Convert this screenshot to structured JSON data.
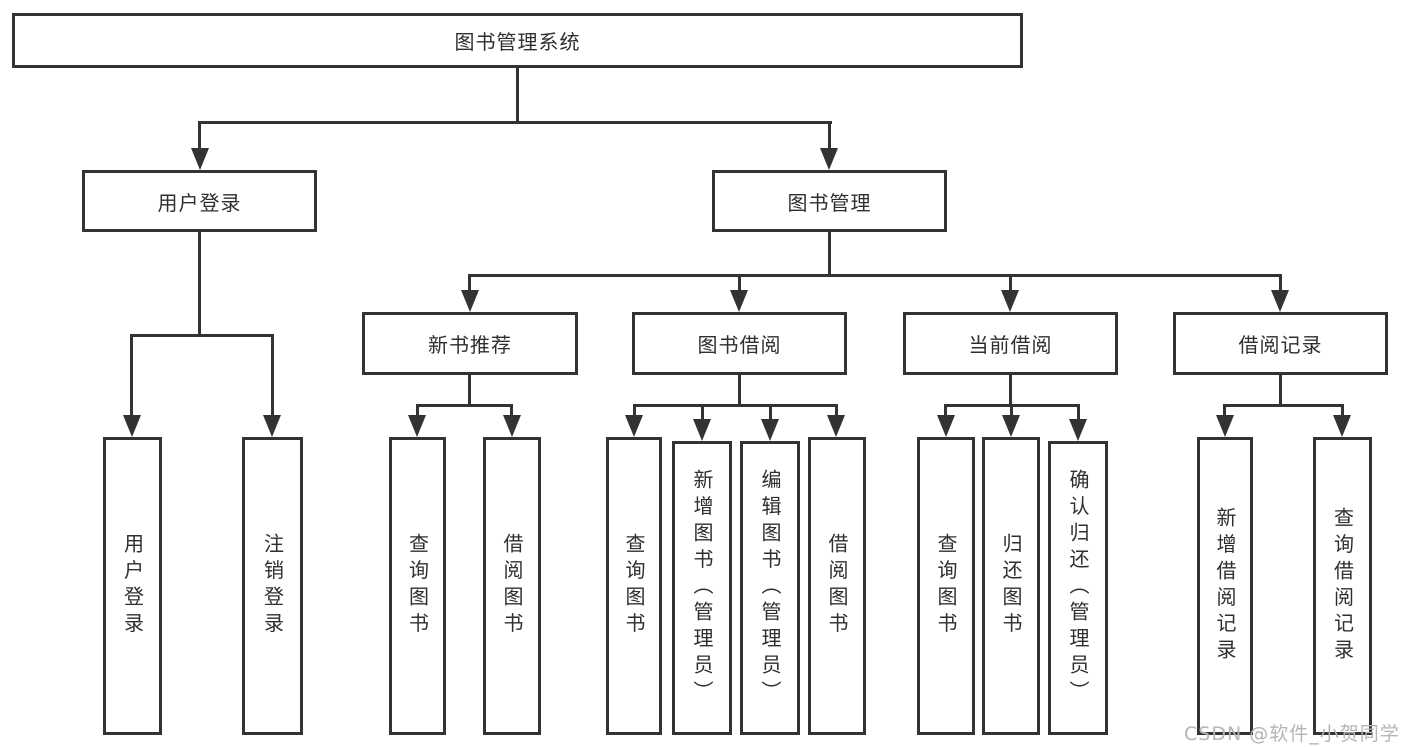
{
  "diagram": {
    "root": {
      "label": "图书管理系统"
    },
    "level2": {
      "user_login": {
        "label": "用户登录"
      },
      "book_mgmt": {
        "label": "图书管理"
      }
    },
    "level3": {
      "new_book_rec": {
        "label": "新书推荐"
      },
      "book_borrow": {
        "label": "图书借阅"
      },
      "current_borrow": {
        "label": "当前借阅"
      },
      "borrow_records": {
        "label": "借阅记录"
      }
    },
    "leaves": {
      "user_login_leaf": {
        "label": "用户登录"
      },
      "logout": {
        "label": "注销登录"
      },
      "nb_query": {
        "label": "查询图书"
      },
      "nb_borrow": {
        "label": "借阅图书"
      },
      "bb_query": {
        "label": "查询图书"
      },
      "bb_add": {
        "label": "新增图书（管理员）"
      },
      "bb_edit": {
        "label": "编辑图书（管理员）"
      },
      "bb_borrow": {
        "label": "借阅图书"
      },
      "cb_query": {
        "label": "查询图书"
      },
      "cb_return": {
        "label": "归还图书"
      },
      "cb_confirm": {
        "label": "确认归还（管理员）"
      },
      "br_add": {
        "label": "新增借阅记录"
      },
      "br_query": {
        "label": "查询借阅记录"
      }
    },
    "colors": {
      "line": "#333333",
      "text": "#2f2f2f",
      "watermark": "#b5b5b5",
      "background": "#ffffff"
    },
    "watermark": "CSDN @软件_小贺同学"
  }
}
